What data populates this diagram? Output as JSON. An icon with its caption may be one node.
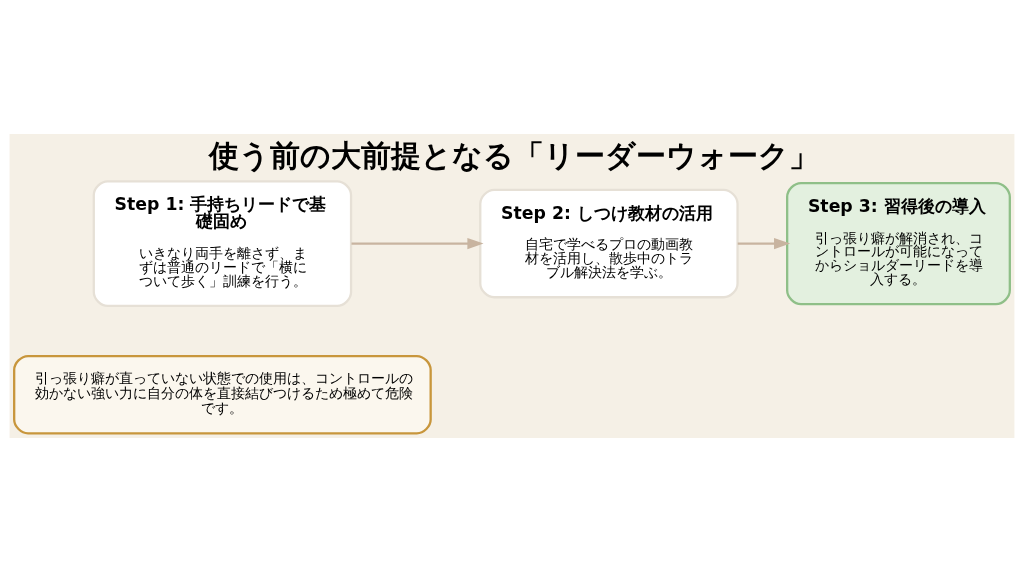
{
  "diagram": {
    "title": "使う前の大前提となる「リーダーウォーク」",
    "nodes": [
      {
        "text": [
          "引っ張り癖が直っていない状態での使用は、コントロールの効かない強い力に自分の体を直接結びつけるため極めて危険です。"
        ]
      },
      {
        "text": [
          "Step 1: 手持ちリードで基礎固め",
          "いきなり両手を離さず、まずは普通のリードで「横について歩く」訓練を行う。"
        ]
      },
      {
        "text": [
          "Step 2: しつけ教材の活用",
          "自宅で学べるプロの動画教材を活用し、散歩中のトラブル解決法を学ぶ。"
        ]
      },
      {
        "text": [
          "Step 3: 習得後の導入",
          "引っ張り癖が解消され、コントロールが可能になってからショルダーリードを導入する。"
        ]
      }
    ],
    "edges": [
      {
        "from": 1,
        "to": 2,
        "arrow": "to"
      },
      {
        "from": 2,
        "to": 3,
        "arrow": "to"
      }
    ]
  }
}
